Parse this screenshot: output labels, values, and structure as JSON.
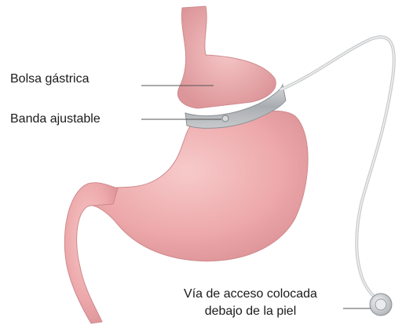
{
  "labels": {
    "pouch": "Bolsa gástrica",
    "band": "Banda ajustable",
    "port_line1": "Vía de acceso colocada",
    "port_line2": "debajo de la piel"
  },
  "colors": {
    "stomach_fill": "#f2b7b7",
    "stomach_shadow": "#d98f93",
    "band": "#b9bcbf",
    "tube": "#c9cbcd",
    "leader_line": "#555555",
    "text": "#1a1a1a"
  }
}
